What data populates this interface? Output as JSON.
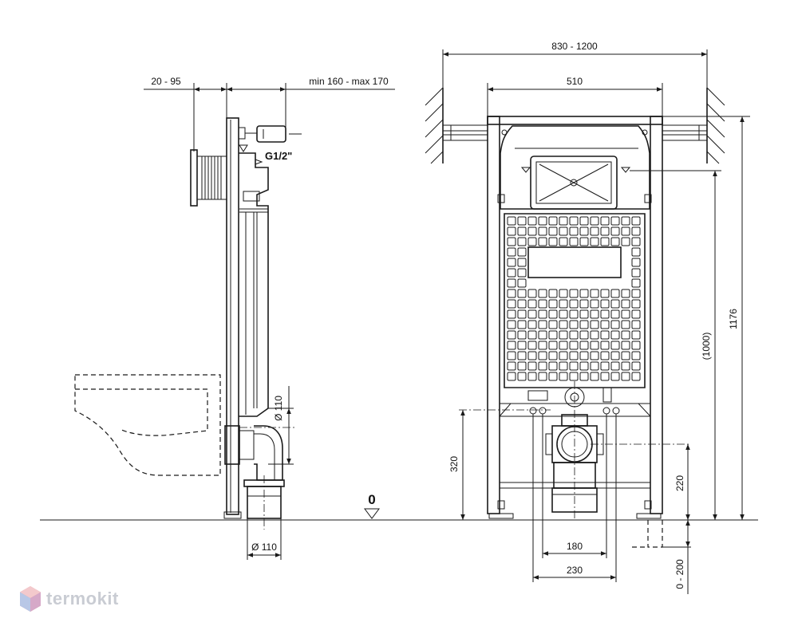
{
  "brand": {
    "name": "termokit"
  },
  "side_view": {
    "dim_top_left": "20 - 95",
    "dim_top_right": "min 160 - max 170",
    "thread": "G1/2\"",
    "pipe_upper": "Ø 110",
    "pipe_lower": "Ø 110"
  },
  "floor_marker": "0",
  "front_view": {
    "dim_overall_width": "830 - 1200",
    "dim_frame_width": "510",
    "dim_height_total": "1176",
    "dim_height_frame": "(1000)",
    "dim_pipe_height": "320",
    "dim_outlet_height": "220",
    "dim_inner_spacing": "180",
    "dim_outer_spacing": "230",
    "dim_floor_adjust": "0 - 200"
  }
}
